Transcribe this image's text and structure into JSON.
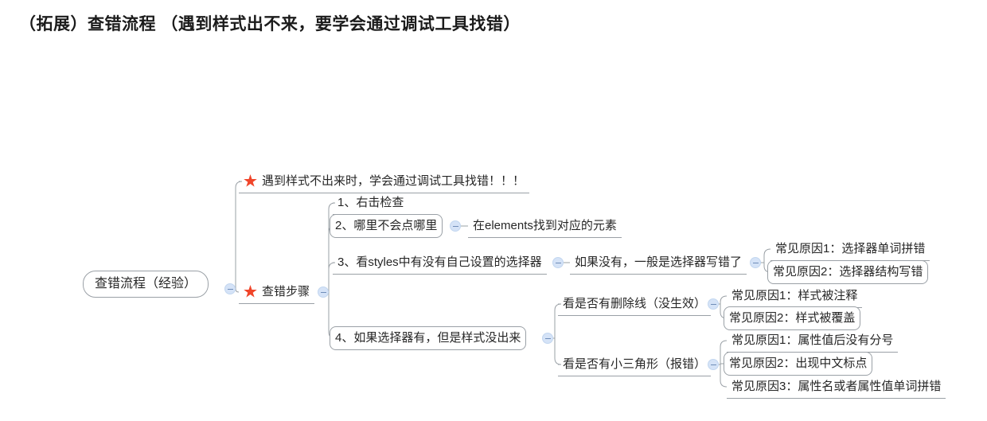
{
  "page": {
    "title": "（拓展）查错流程 （遇到样式出不来，要学会通过调试工具找错）"
  },
  "colors": {
    "star": "#f0452a",
    "line": "#9aa0a6",
    "toggle_fill": "#d5e3f7",
    "toggle_border": "#c2d6ef",
    "text": "#262626"
  },
  "mindmap": {
    "type": "mindmap",
    "root": {
      "label": "查错流程（经验）",
      "has_toggle": true,
      "children": [
        {
          "label": "遇到样式不出来时，学会通过调试工具找错！！！",
          "star": true,
          "has_toggle": false,
          "children": []
        },
        {
          "label": "查错步骤",
          "star": true,
          "has_toggle": true,
          "children": [
            {
              "label": "1、右击检查",
              "has_toggle": false,
              "children": []
            },
            {
              "label": "2、哪里不会点哪里",
              "has_toggle": true,
              "children": [
                {
                  "label": "在elements找到对应的元素",
                  "has_toggle": false,
                  "children": []
                }
              ]
            },
            {
              "label": "3、看styles中有没有自己设置的选择器",
              "has_toggle": true,
              "children": [
                {
                  "label": "如果没有，一般是选择器写错了",
                  "has_toggle": true,
                  "children": [
                    {
                      "label": "常见原因1：选择器单词拼错",
                      "has_toggle": false,
                      "children": []
                    },
                    {
                      "label": "常见原因2：选择器结构写错",
                      "has_toggle": false,
                      "children": []
                    }
                  ]
                }
              ]
            },
            {
              "label": "4、如果选择器有，但是样式没出来",
              "has_toggle": true,
              "children": [
                {
                  "label": "看是否有删除线（没生效）",
                  "has_toggle": true,
                  "children": [
                    {
                      "label": "常见原因1：样式被注释",
                      "has_toggle": false,
                      "children": []
                    },
                    {
                      "label": "常见原因2：样式被覆盖",
                      "has_toggle": false,
                      "children": []
                    }
                  ]
                },
                {
                  "label": "看是否有小三角形（报错）",
                  "has_toggle": true,
                  "children": [
                    {
                      "label": "常见原因1：属性值后没有分号",
                      "has_toggle": false,
                      "children": []
                    },
                    {
                      "label": "常见原因2：出现中文标点",
                      "has_toggle": false,
                      "children": []
                    },
                    {
                      "label": "常见原因3：属性名或者属性值单词拼错",
                      "has_toggle": false,
                      "children": []
                    }
                  ]
                }
              ]
            }
          ]
        }
      ]
    }
  }
}
